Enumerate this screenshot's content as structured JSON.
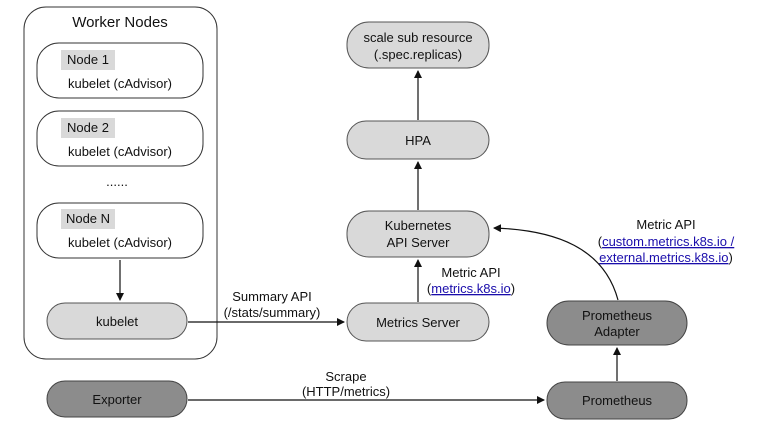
{
  "worker_nodes": {
    "title": "Worker Nodes",
    "nodes": [
      {
        "label": "Node 1",
        "content": "kubelet (cAdvisor)"
      },
      {
        "label": "Node 2",
        "content": "kubelet (cAdvisor)"
      },
      {
        "label": "Node N",
        "content": "kubelet (cAdvisor)"
      }
    ],
    "ellipsis": "......",
    "kubelet": "kubelet"
  },
  "scale_subresource": {
    "line1": "scale sub resource",
    "line2": "(.spec.replicas)"
  },
  "hpa": "HPA",
  "api_server": {
    "line1": "Kubernetes",
    "line2": "API Server"
  },
  "metrics_server": "Metrics Server",
  "summary_api": {
    "line1": "Summary API",
    "line2": "(/stats/summary)"
  },
  "metric_api_metrics": {
    "title": "Metric API",
    "open_paren": "(",
    "link": "metrics.k8s.io",
    "close_paren": ")"
  },
  "metric_api_custom": {
    "title": "Metric API",
    "open_paren": "(",
    "link1": "custom.metrics.k8s.io /",
    "link2": "external.metrics.k8s.io",
    "close_paren": ")"
  },
  "prometheus_adapter": {
    "line1": "Prometheus",
    "line2": "Adapter"
  },
  "prometheus": "Prometheus",
  "exporter": "Exporter",
  "scrape": {
    "line1": "Scrape",
    "line2": "(HTTP/metrics)"
  },
  "colors": {
    "light_fill": "#d9d9d9",
    "dark_fill": "#8c8c8c",
    "link": "#1a0dab"
  }
}
